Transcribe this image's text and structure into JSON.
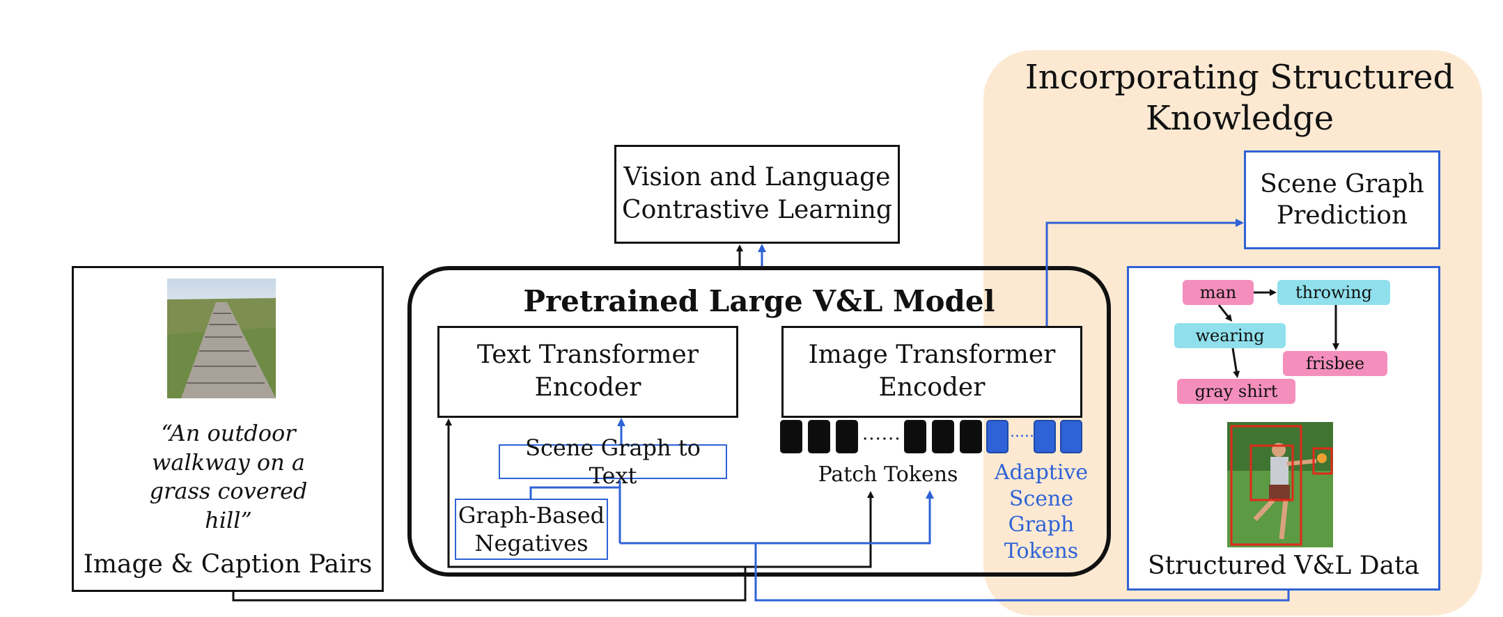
{
  "colors": {
    "accent_blue": "#2e62d6",
    "panel_bg": "#fde9d2",
    "node_pink": "#f48fbd",
    "node_cyan": "#8fe0ec",
    "bbox_red": "#e02a1a"
  },
  "image_caption_panel": {
    "quote": "“An outdoor\nwalkway on a\ngrass covered\nhill”",
    "title": "Image & Caption Pairs"
  },
  "contrastive_box": {
    "label": "Vision and Language\nContrastive Learning"
  },
  "model": {
    "title": "Pretrained Large V&L Model",
    "text_encoder": "Text Transformer\nEncoder",
    "image_encoder": "Image Transformer\nEncoder",
    "scene_graph_to_text": "Scene Graph to Text",
    "graph_negatives": "Graph-Based\nNegatives",
    "patch_tokens": "Patch Tokens",
    "adaptive_tokens": "Adaptive\nScene Graph\nTokens",
    "ellipsis": "......"
  },
  "knowledge_panel": {
    "title": "Incorporating Structured\nKnowledge",
    "sg_prediction": "Scene Graph\nPrediction",
    "structured_data": "Structured V&L Data",
    "graph_nodes": {
      "man": "man",
      "throwing": "throwing",
      "wearing": "wearing",
      "frisbee": "frisbee",
      "gray_shirt": "gray shirt"
    }
  }
}
